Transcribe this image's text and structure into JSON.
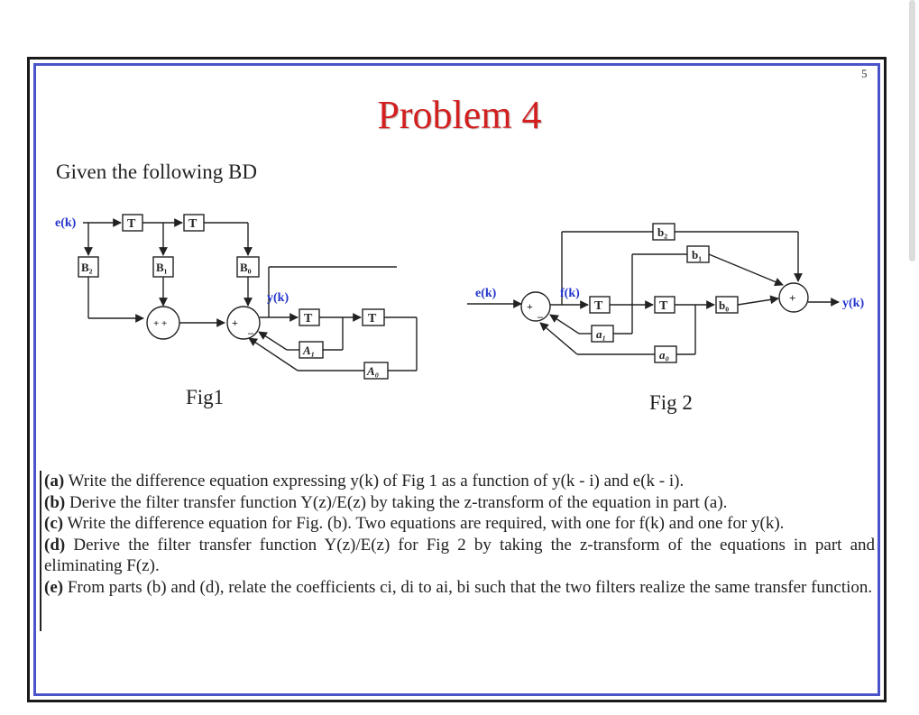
{
  "page_number": "5",
  "title": "Problem 4",
  "intro": "Given the following BD",
  "fig1": {
    "caption": "Fig1",
    "input": "e(k)",
    "output": "y(k)",
    "delay": "T",
    "b2": "B₂",
    "b1": "B₁",
    "b0": "B₀",
    "a1": "A₁",
    "a0": "A₀",
    "sum1_signs": "+ +",
    "sum2_sign": "+",
    "minus": "_"
  },
  "fig2": {
    "caption": "Fig 2",
    "input": "e(k)",
    "internal": "f(k)",
    "output": "y(k)",
    "delay": "T",
    "b2": "b₂",
    "b1": "b₁",
    "b0": "b₀",
    "a1": "a₁",
    "a0": "a₀",
    "sum1_sign": "+",
    "minus": "_",
    "sum2_sign": "+"
  },
  "questions": [
    {
      "label": "(a)",
      "text": "Write the difference equation expressing y(k)  of Fig 1 as a function of y(k - i) and e(k - i)."
    },
    {
      "label": "(b)",
      "text": "Derive the filter transfer function Y(z)/E(z) by taking the z-transform of the equation in part (a)."
    },
    {
      "label": "(c)",
      "text": "Write the difference equation for Fig. (b). Two equations are required, with one for f(k) and one for y(k)."
    },
    {
      "label": "(d)",
      "text": "Derive the filter transfer function Y(z)/E(z) for Fig 2 by taking the z-transform of the equations in part and eliminating F(z)."
    },
    {
      "label": "(e)",
      "text": "From parts (b) and (d), relate the coefficients ci, di to ai, bi such that the two filters realize the same transfer function."
    }
  ],
  "colors": {
    "title": "#d21f1f",
    "signal_label": "#2233cc",
    "frame": "#4a54c8"
  }
}
